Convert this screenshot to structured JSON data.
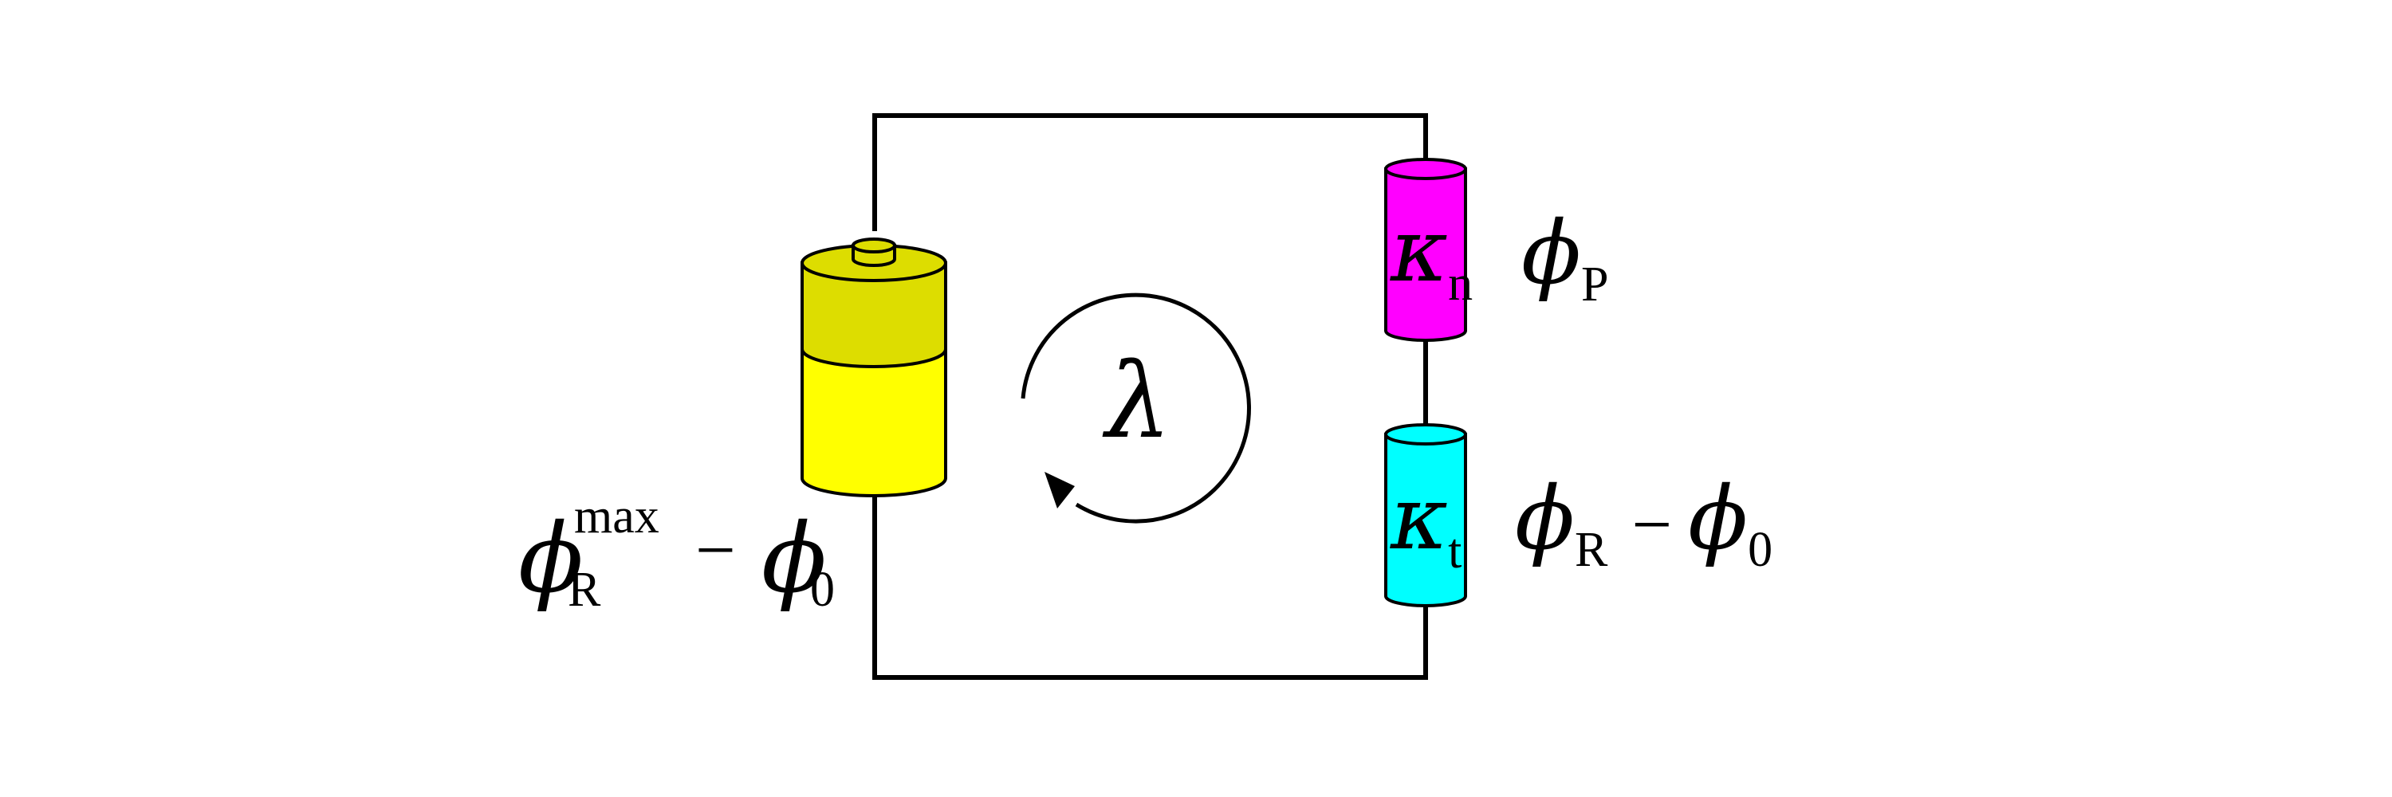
{
  "diagram": {
    "loop_label": "λ",
    "battery_label": {
      "symbol": "ϕ",
      "sub": "R",
      "sup": "max",
      "op": "−",
      "symbol2": "ϕ",
      "sub2": "0"
    },
    "resistor_top": {
      "symbol": "κ",
      "sub": "n",
      "fill": "#ff00ff"
    },
    "resistor_bottom": {
      "symbol": "κ",
      "sub": "t",
      "fill": "#00ffff"
    },
    "label_top": {
      "symbol": "ϕ",
      "sub": "P"
    },
    "label_bottom": {
      "symbol": "ϕ",
      "sub": "R",
      "op": "−",
      "symbol2": "ϕ",
      "sub2": "0"
    },
    "battery_colors": {
      "top": "#dddd00",
      "bottom": "#ffff00"
    }
  }
}
